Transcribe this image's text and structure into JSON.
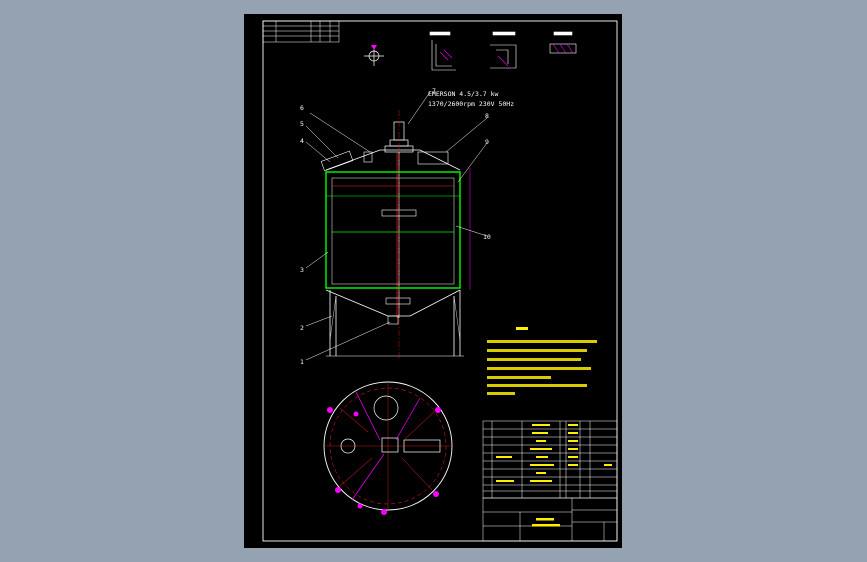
{
  "drawing": {
    "motor_label_line1": "EMERSON 4.5/3.7 kw",
    "motor_label_line2": "1370/2600rpm 230V 50Hz",
    "part_numbers": [
      "1",
      "2",
      "3",
      "4",
      "5",
      "6",
      "7",
      "8",
      "9",
      "10"
    ],
    "colors": {
      "background": "#95a2b1",
      "sheet": "#000000",
      "frame": "#ffffff",
      "vessel": "#00ff00",
      "dims": "#ff00ff",
      "notes": "#ffee00",
      "red": "#ff2020"
    }
  }
}
